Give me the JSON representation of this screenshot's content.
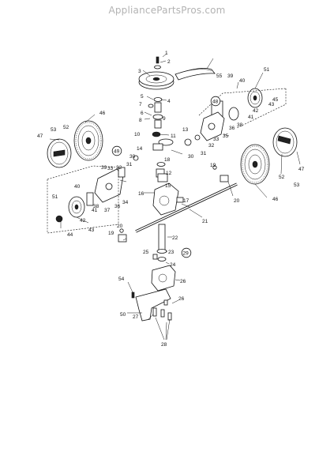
{
  "header": {
    "watermark": "AppliancePartsPros.com"
  },
  "callouts": [
    "1",
    "2",
    "3",
    "4",
    "5",
    "6",
    "7",
    "8",
    "9",
    "10",
    "11",
    "12",
    "13",
    "14",
    "15",
    "16",
    "17",
    "18",
    "19",
    "20",
    "21",
    "22",
    "23",
    "24",
    "25",
    "26",
    "27",
    "28",
    "29",
    "30",
    "31",
    "32",
    "33",
    "34",
    "35",
    "36",
    "37",
    "38",
    "39",
    "40",
    "41",
    "42",
    "43",
    "44",
    "45",
    "46",
    "47",
    "48",
    "49",
    "50",
    "51",
    "52",
    "53",
    "54",
    "55"
  ]
}
